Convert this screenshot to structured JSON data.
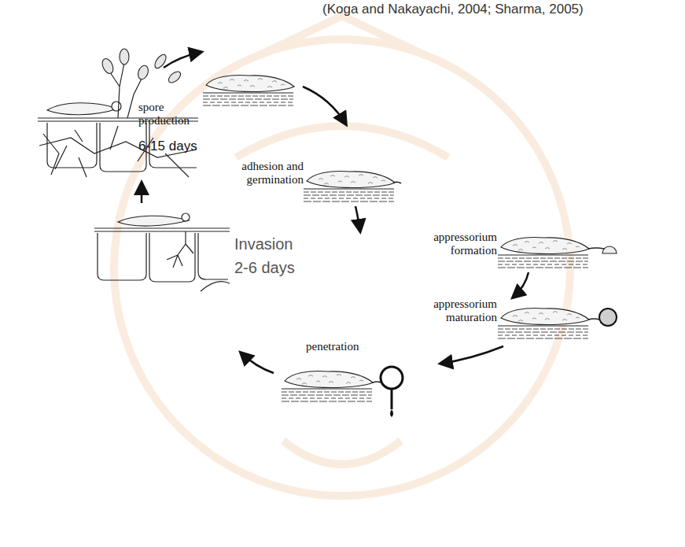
{
  "diagram": {
    "labels": [
      "(Koga and Nakayachi, 2004; Sharma, 2005)",
      "adhesion and germination",
      "appressorium formation",
      "appressorium maturation",
      "penetration",
      "Invasion",
      "2-6 days",
      "spore production",
      "6-15 days"
    ]
  }
}
